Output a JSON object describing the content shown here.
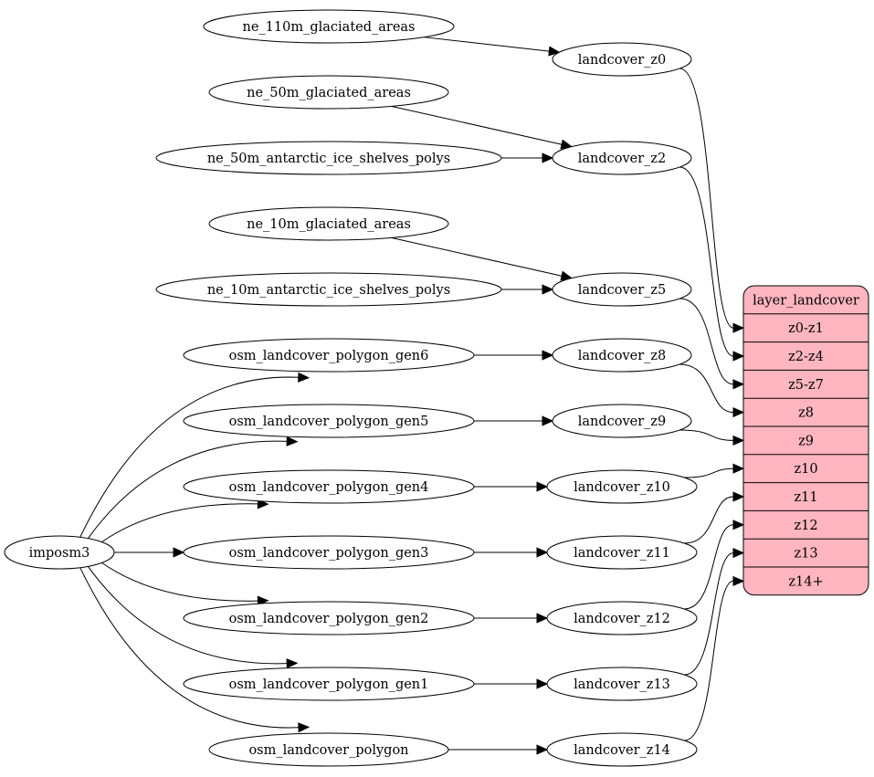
{
  "diagram": {
    "type": "graph",
    "fill_color": "#ffb6c1",
    "nodes": [
      {
        "id": "ne_110m_glaciated_areas",
        "label": "ne_110m_glaciated_areas"
      },
      {
        "id": "ne_50m_glaciated_areas",
        "label": "ne_50m_glaciated_areas"
      },
      {
        "id": "ne_50m_antarctic_ice_shelves_polys",
        "label": "ne_50m_antarctic_ice_shelves_polys"
      },
      {
        "id": "ne_10m_glaciated_areas",
        "label": "ne_10m_glaciated_areas"
      },
      {
        "id": "ne_10m_antarctic_ice_shelves_polys",
        "label": "ne_10m_antarctic_ice_shelves_polys"
      },
      {
        "id": "osm_landcover_polygon_gen6",
        "label": "osm_landcover_polygon_gen6"
      },
      {
        "id": "osm_landcover_polygon_gen5",
        "label": "osm_landcover_polygon_gen5"
      },
      {
        "id": "osm_landcover_polygon_gen4",
        "label": "osm_landcover_polygon_gen4"
      },
      {
        "id": "osm_landcover_polygon_gen3",
        "label": "osm_landcover_polygon_gen3"
      },
      {
        "id": "osm_landcover_polygon_gen2",
        "label": "osm_landcover_polygon_gen2"
      },
      {
        "id": "osm_landcover_polygon_gen1",
        "label": "osm_landcover_polygon_gen1"
      },
      {
        "id": "osm_landcover_polygon",
        "label": "osm_landcover_polygon"
      },
      {
        "id": "imposm3",
        "label": "imposm3"
      },
      {
        "id": "landcover_z0",
        "label": "landcover_z0"
      },
      {
        "id": "landcover_z2",
        "label": "landcover_z2"
      },
      {
        "id": "landcover_z5",
        "label": "landcover_z5"
      },
      {
        "id": "landcover_z8",
        "label": "landcover_z8"
      },
      {
        "id": "landcover_z9",
        "label": "landcover_z9"
      },
      {
        "id": "landcover_z10",
        "label": "landcover_z10"
      },
      {
        "id": "landcover_z11",
        "label": "landcover_z11"
      },
      {
        "id": "landcover_z12",
        "label": "landcover_z12"
      },
      {
        "id": "landcover_z13",
        "label": "landcover_z13"
      },
      {
        "id": "landcover_z14",
        "label": "landcover_z14"
      }
    ],
    "layer": {
      "title": "layer_landcover",
      "ports": [
        "z0-z1",
        "z2-z4",
        "z5-z7",
        "z8",
        "z9",
        "z10",
        "z11",
        "z12",
        "z13",
        "z14+"
      ]
    },
    "edges": [
      [
        "ne_110m_glaciated_areas",
        "landcover_z0"
      ],
      [
        "ne_50m_glaciated_areas",
        "landcover_z2"
      ],
      [
        "ne_50m_antarctic_ice_shelves_polys",
        "landcover_z2"
      ],
      [
        "ne_10m_glaciated_areas",
        "landcover_z5"
      ],
      [
        "ne_10m_antarctic_ice_shelves_polys",
        "landcover_z5"
      ],
      [
        "imposm3",
        "osm_landcover_polygon_gen6"
      ],
      [
        "imposm3",
        "osm_landcover_polygon_gen5"
      ],
      [
        "imposm3",
        "osm_landcover_polygon_gen4"
      ],
      [
        "imposm3",
        "osm_landcover_polygon_gen3"
      ],
      [
        "imposm3",
        "osm_landcover_polygon_gen2"
      ],
      [
        "imposm3",
        "osm_landcover_polygon_gen1"
      ],
      [
        "imposm3",
        "osm_landcover_polygon"
      ],
      [
        "osm_landcover_polygon_gen6",
        "landcover_z8"
      ],
      [
        "osm_landcover_polygon_gen5",
        "landcover_z9"
      ],
      [
        "osm_landcover_polygon_gen4",
        "landcover_z10"
      ],
      [
        "osm_landcover_polygon_gen3",
        "landcover_z11"
      ],
      [
        "osm_landcover_polygon_gen2",
        "landcover_z12"
      ],
      [
        "osm_landcover_polygon_gen1",
        "landcover_z13"
      ],
      [
        "osm_landcover_polygon",
        "landcover_z14"
      ],
      [
        "landcover_z0",
        "z0-z1"
      ],
      [
        "landcover_z2",
        "z2-z4"
      ],
      [
        "landcover_z5",
        "z5-z7"
      ],
      [
        "landcover_z8",
        "z8"
      ],
      [
        "landcover_z9",
        "z9"
      ],
      [
        "landcover_z10",
        "z10"
      ],
      [
        "landcover_z11",
        "z11"
      ],
      [
        "landcover_z12",
        "z12"
      ],
      [
        "landcover_z13",
        "z13"
      ],
      [
        "landcover_z14",
        "z14+"
      ]
    ]
  }
}
